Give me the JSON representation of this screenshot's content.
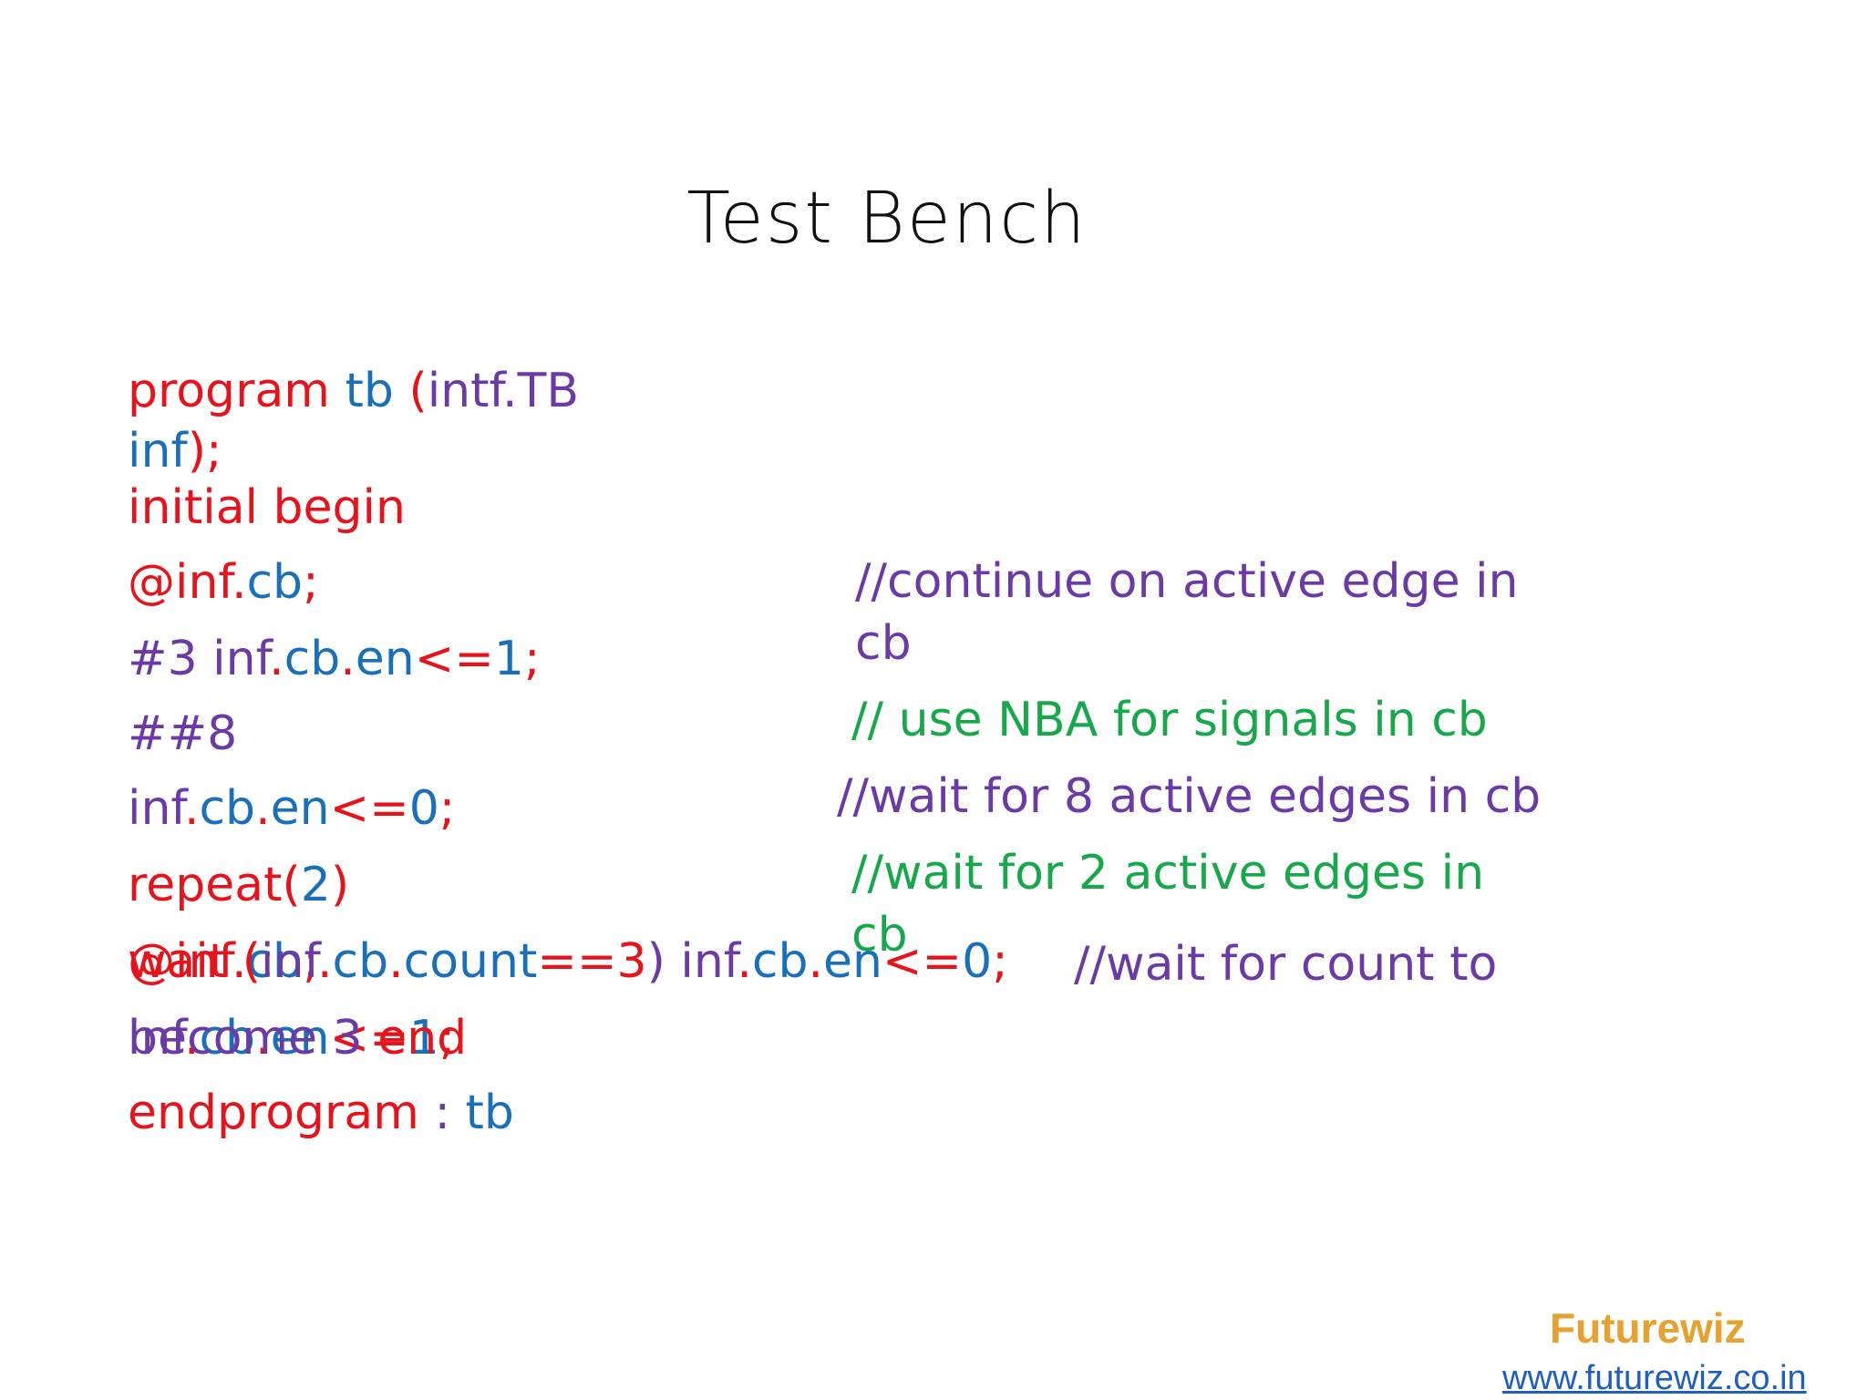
{
  "slide": {
    "title": "Test Bench",
    "code_lines": {
      "l1a": [
        "program",
        " tb ",
        "(",
        "intf.TB"
      ],
      "l1b": [
        "inf",
        ");"
      ],
      "l2": "initial begin",
      "l3": [
        "@inf",
        ".",
        "cb",
        ";"
      ],
      "l4": [
        "#3 inf",
        ".",
        "cb",
        ".",
        "en",
        "<=",
        "1",
        ";"
      ],
      "l5": "##8",
      "l6": [
        "inf",
        ".",
        "cb",
        ".",
        "en",
        "<=",
        "0",
        ";"
      ],
      "l7": [
        "repeat",
        "(",
        "2",
        ")"
      ],
      "l8": [
        "@inf",
        ".",
        "cb",
        ";"
      ],
      "l8b": [
        "wait (",
        "inf",
        ".",
        "cb",
        ".",
        "count",
        "==3",
        ") inf",
        ".",
        "cb",
        ".",
        "en",
        "<=",
        "0",
        ";"
      ],
      "l9a": [
        "inf",
        ".",
        "cb",
        ".",
        "en",
        "<=",
        "1",
        ";"
      ],
      "l9b": [
        "become 3 ",
        "end"
      ],
      "l10": [
        "endprogram",
        " : ",
        "tb"
      ]
    },
    "comments": {
      "c1": "//continue on active edge in cb",
      "c2": "// use NBA for signals in cb",
      "c3": "//wait for 8 active edges in cb",
      "c4": "//wait for 2 active edges in cb",
      "c5": "//wait for count to"
    },
    "brand": {
      "logo_text": "Futurewiz",
      "website": "www.futurewiz.co.in"
    }
  },
  "colors": {
    "keyword": "#e8121b",
    "identifier": "#1a6fbb",
    "text": "#6a3aa6",
    "comment_green": "#17a84b",
    "logo": "#e6a12e"
  }
}
